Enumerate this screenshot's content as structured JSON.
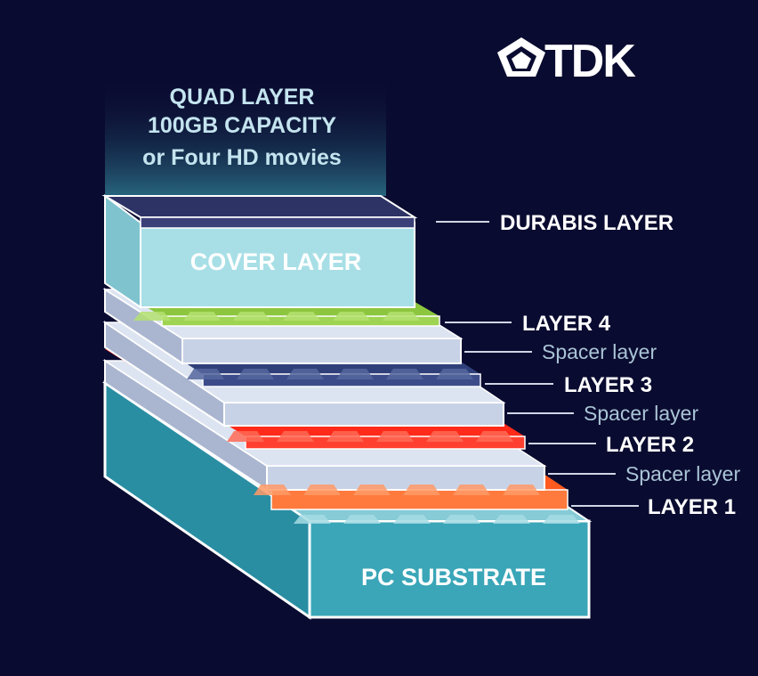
{
  "logo": {
    "text": "TDK",
    "icon": "tdk-star-icon"
  },
  "header": {
    "line1": "QUAD LAYER",
    "line2": "100GB CAPACITY",
    "line3": "or Four HD movies"
  },
  "blocks": {
    "cover": "COVER LAYER",
    "substrate": "PC SUBSTRATE"
  },
  "labels": {
    "durabis": "DURABIS  LAYER",
    "layer4": "LAYER 4",
    "spacer1": "Spacer layer",
    "layer3": "LAYER 3",
    "spacer2": "Spacer layer",
    "layer2": "LAYER 2",
    "spacer3": "Spacer layer",
    "layer1": "LAYER 1"
  },
  "colors": {
    "background": "#0a0b30",
    "durabis": "#2e3366",
    "cover": "#a8dfe6",
    "layer4": "#8cc63f",
    "layer3": "#2f3f7a",
    "layer2": "#ff2a1a",
    "layer1": "#ff5a1f",
    "spacer": "#c8d2e6",
    "substrate": "#3aa6b8"
  }
}
